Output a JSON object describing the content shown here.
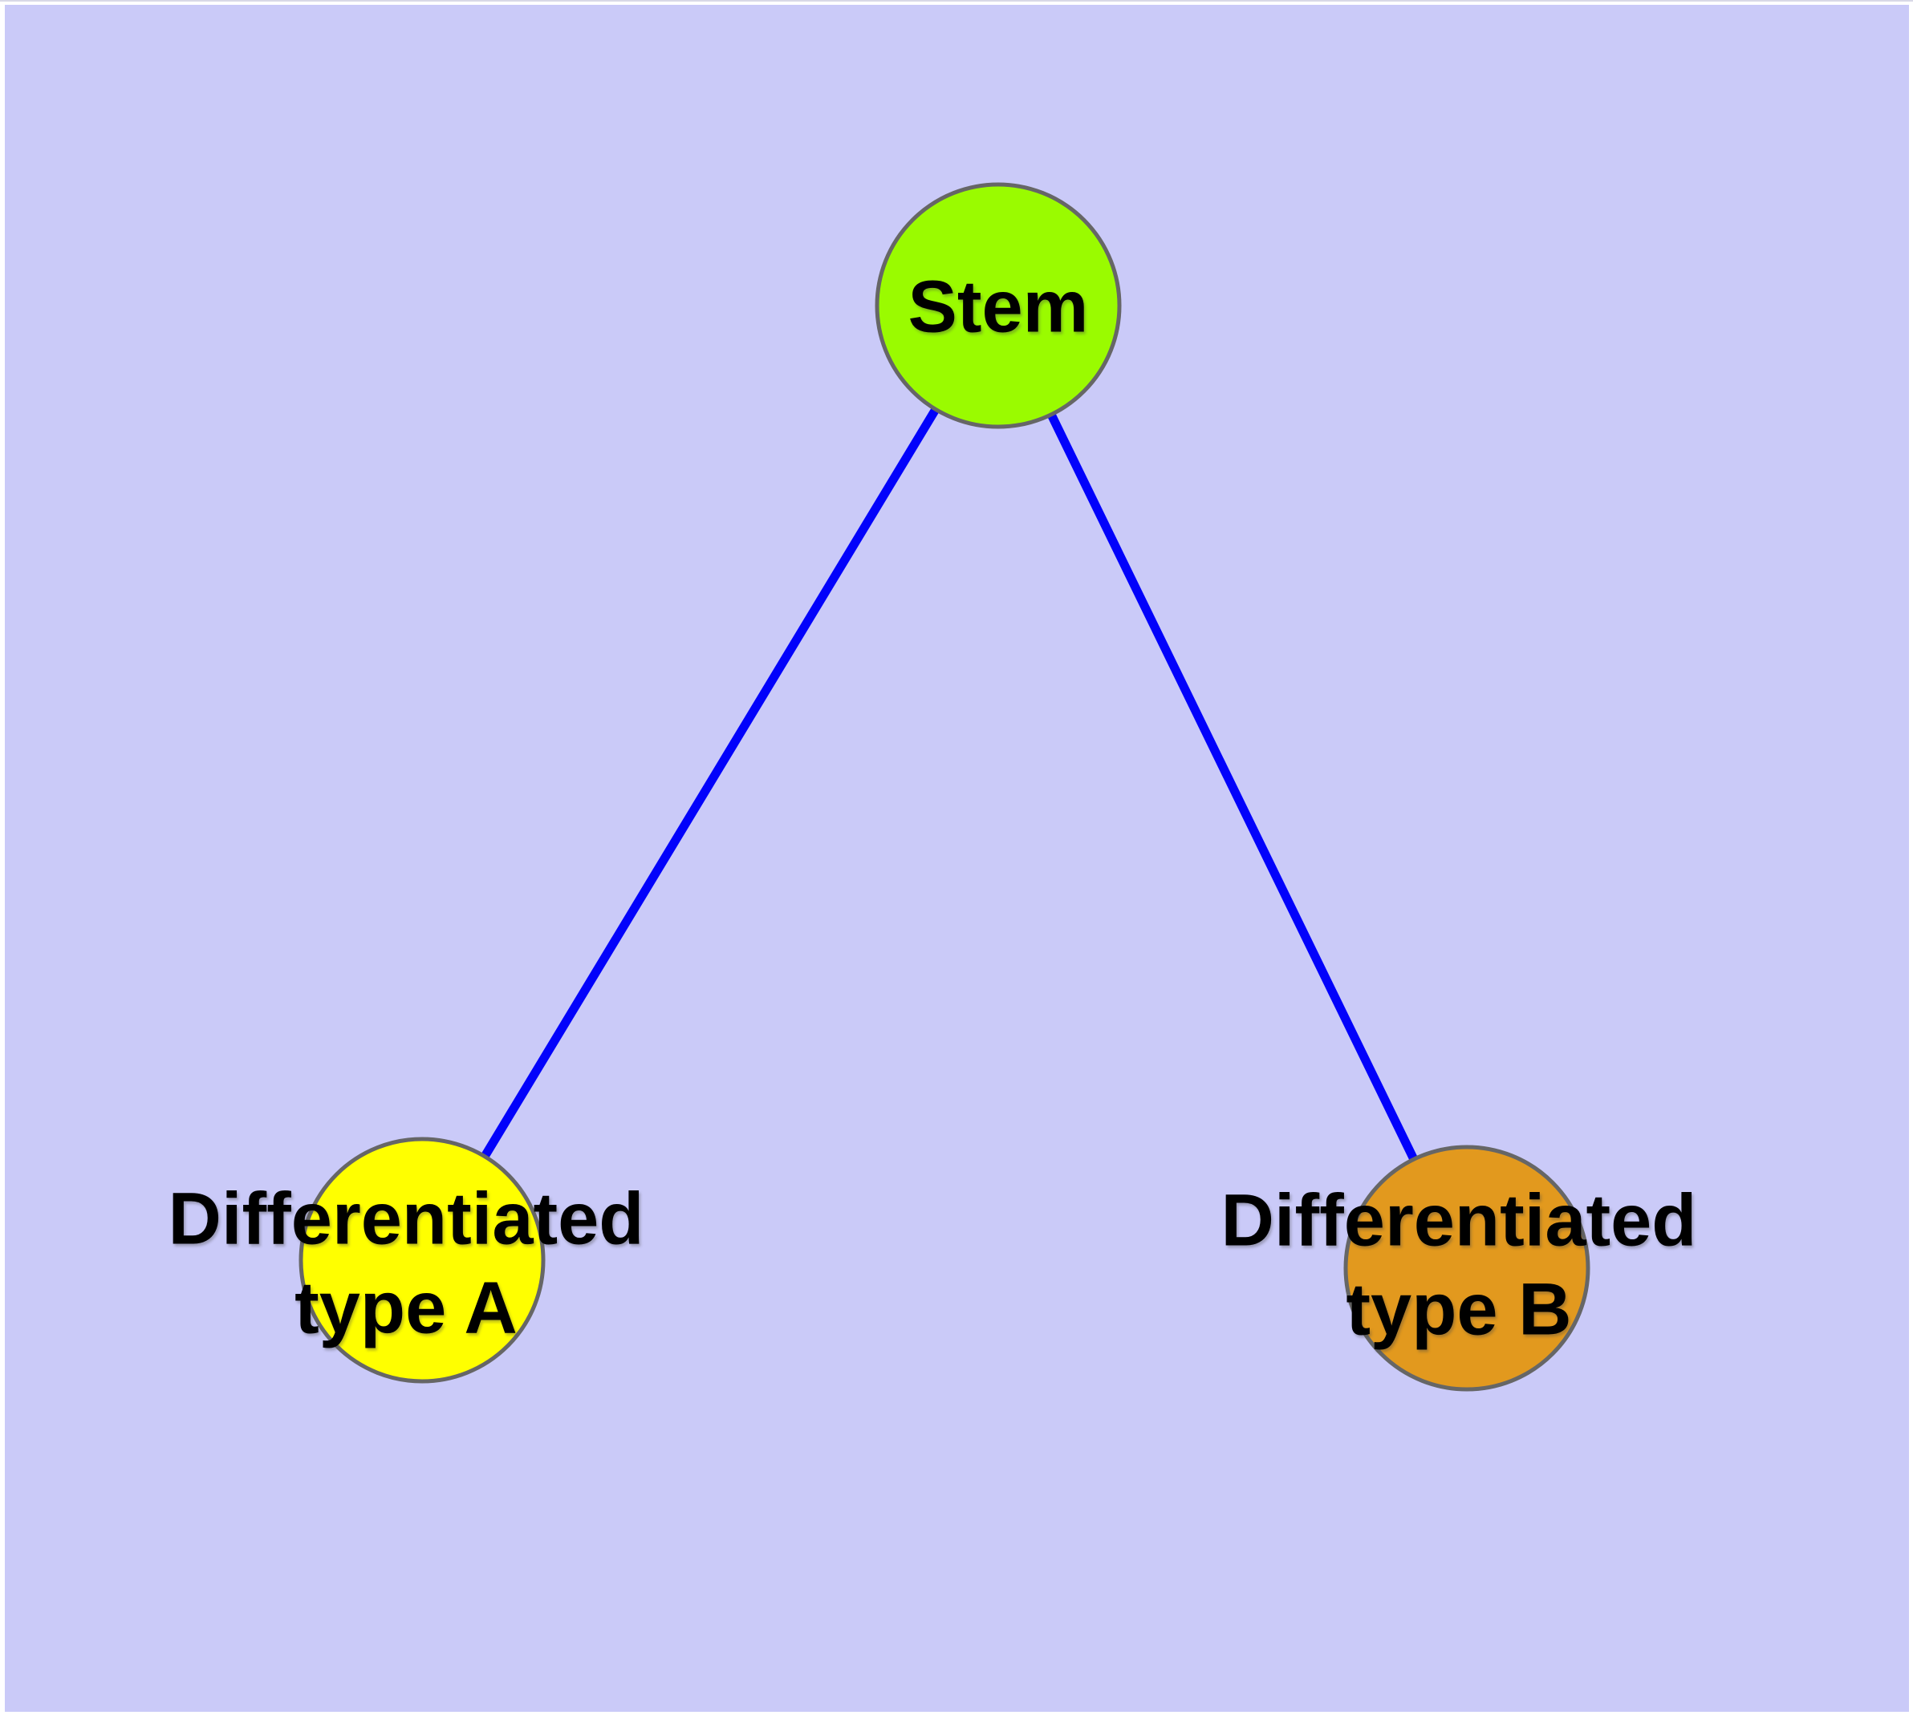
{
  "figure": {
    "background": "#CACAF8",
    "frame_color": "#FFFFFF",
    "node_border_color": "#666666",
    "label_color": "#000000"
  },
  "nodes": [
    {
      "id": "stem",
      "label": "Stem",
      "fill": "#9AFB00",
      "border": "#666666"
    },
    {
      "id": "differentiated-type-a",
      "label": "Differentiated\ntype A",
      "fill": "#FFFF00",
      "border": "#666666"
    },
    {
      "id": "differentiated-type-b",
      "label": "Differentiated\ntype B",
      "fill": "#E2991E",
      "border": "#666666"
    }
  ],
  "edges": [
    {
      "from": "stem",
      "to": "differentiated-type-a",
      "color": "#0202FB"
    },
    {
      "from": "stem",
      "to": "differentiated-type-b",
      "color": "#0202FB"
    }
  ]
}
